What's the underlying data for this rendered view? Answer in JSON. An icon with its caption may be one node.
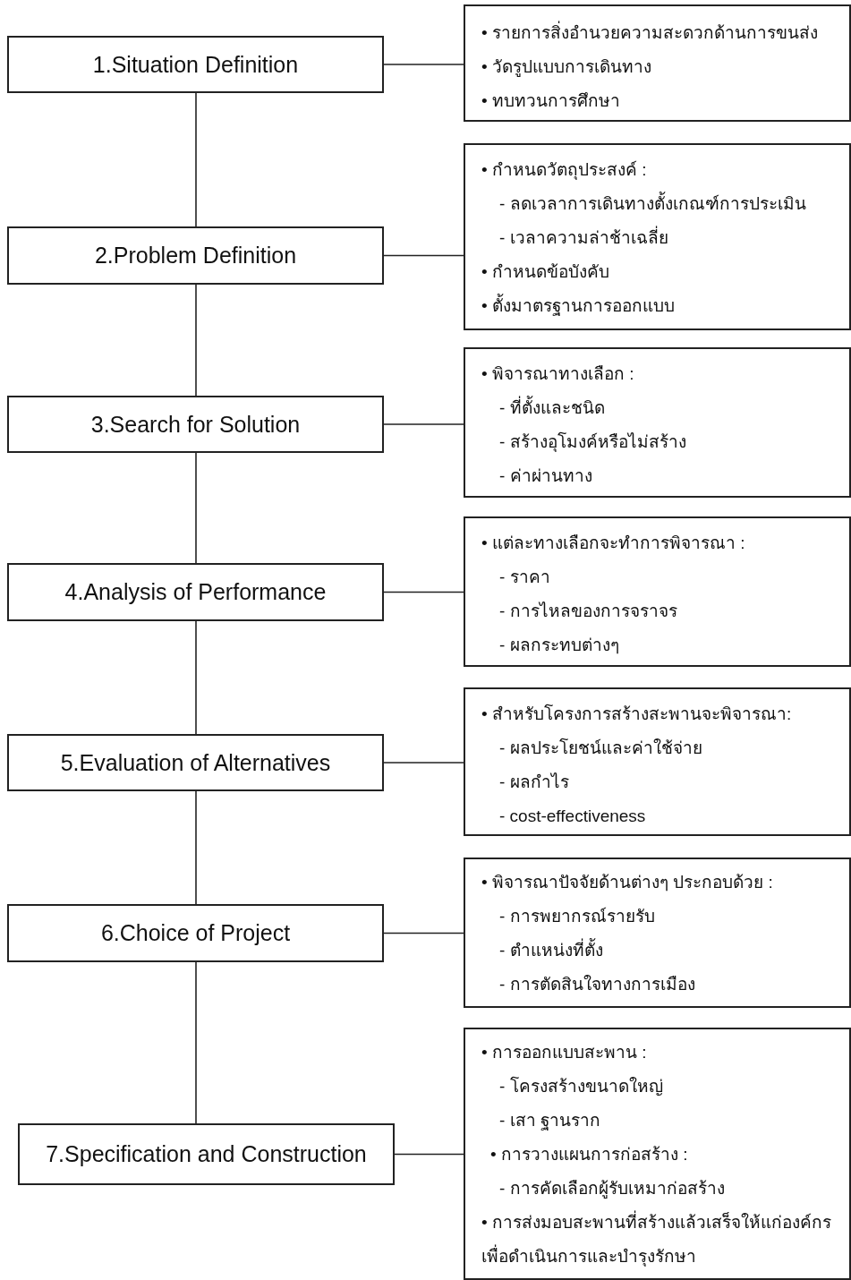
{
  "diagram": {
    "nodes": [
      {
        "text": [
          "1.Situation Definition"
        ]
      },
      {
        "text": [
          "• รายการสิ่งอำนวยความสะดวกด้านการขนส่ง",
          "• วัดรูปแบบการเดินทาง",
          "• ทบทวนการศึกษา"
        ]
      },
      {
        "text": [
          "2.Problem Definition"
        ]
      },
      {
        "text": [
          "• กำหนดวัตถุประสงค์ :",
          "- ลดเวลาการเดินทางตั้งเกณฑ์การประเมิน",
          "- เวลาความล่าช้าเฉลี่ย",
          "• กำหนดข้อบังคับ",
          "• ตั้งมาตรฐานการออกแบบ"
        ]
      },
      {
        "text": [
          "3.Search for Solution"
        ]
      },
      {
        "text": [
          "• พิจารณาทางเลือก :",
          "- ที่ตั้งและชนิด",
          "- สร้างอุโมงค์หรือไม่สร้าง",
          "- ค่าผ่านทาง"
        ]
      },
      {
        "text": [
          "4.Analysis of Performance"
        ]
      },
      {
        "text": [
          "• แต่ละทางเลือกจะทำการพิจารณา :",
          "- ราคา",
          "- การไหลของการจราจร",
          "- ผลกระทบต่างๆ"
        ]
      },
      {
        "text": [
          "5.Evaluation of Alternatives"
        ]
      },
      {
        "text": [
          "• สำหรับโครงการสร้างสะพานจะพิจารณา:",
          "- ผลประโยชน์และค่าใช้จ่าย",
          "- ผลกำไร",
          "- cost-effectiveness"
        ]
      },
      {
        "text": [
          "6.Choice of Project"
        ]
      },
      {
        "text": [
          "• พิจารณาปัจจัยด้านต่างๆ ประกอบด้วย :",
          "- การพยากรณ์รายรับ",
          "- ตำแหน่งที่ตั้ง",
          "- การตัดสินใจทางการเมือง"
        ]
      },
      {
        "text": [
          "7.Specification and Construction"
        ]
      },
      {
        "text": [
          "• การออกแบบสะพาน :",
          "- โครงสร้างขนาดใหญ่",
          "- เสา ฐานราก",
          "• การวางแผนการก่อสร้าง :",
          "- การคัดเลือกผู้รับเหมาก่อสร้าง",
          "• การส่งมอบสะพานที่สร้างแล้วเสร็จให้แก่องค์กร เพื่อดำเนินการและบำรุงรักษา"
        ]
      }
    ],
    "edges": [
      {
        "from": 0,
        "to": 1,
        "arrow": "none"
      },
      {
        "from": 0,
        "to": 2,
        "arrow": "none"
      },
      {
        "from": 2,
        "to": 3,
        "arrow": "none"
      },
      {
        "from": 2,
        "to": 4,
        "arrow": "none"
      },
      {
        "from": 4,
        "to": 5,
        "arrow": "none"
      },
      {
        "from": 4,
        "to": 6,
        "arrow": "none"
      },
      {
        "from": 6,
        "to": 7,
        "arrow": "none"
      },
      {
        "from": 6,
        "to": 8,
        "arrow": "none"
      },
      {
        "from": 8,
        "to": 9,
        "arrow": "none"
      },
      {
        "from": 8,
        "to": 10,
        "arrow": "none"
      },
      {
        "from": 10,
        "to": 11,
        "arrow": "none"
      },
      {
        "from": 10,
        "to": 12,
        "arrow": "none"
      },
      {
        "from": 12,
        "to": 13,
        "arrow": "none"
      }
    ]
  }
}
